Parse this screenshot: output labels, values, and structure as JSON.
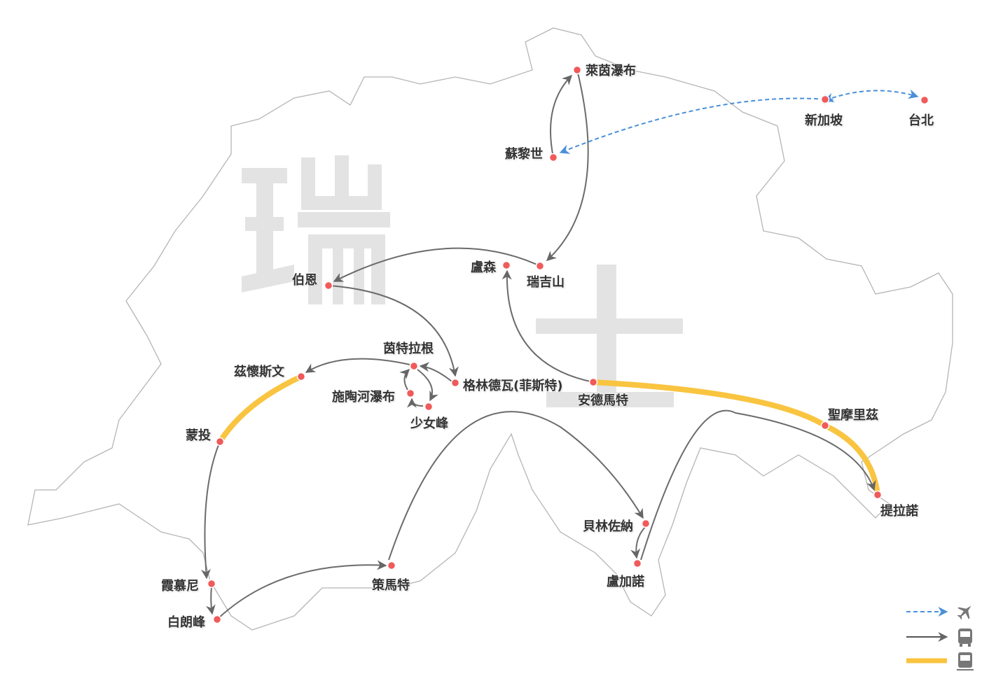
{
  "watermark": [
    "瑞",
    "士"
  ],
  "cities": {
    "rhine_falls": "萊茵瀑布",
    "singapore": "新加坡",
    "taipei": "台北",
    "zurich": "蘇黎世",
    "lucerne": "盧森",
    "rigi": "瑞吉山",
    "bern": "伯恩",
    "interlaken": "茵特拉根",
    "zweisimmen": "茲懷斯文",
    "grindelwald": "格林德瓦(菲斯特)",
    "staubbach": "施陶河瀑布",
    "jungfrau": "少女峰",
    "andermatt": "安德馬特",
    "st_moritz": "聖摩里茲",
    "montreux": "蒙投",
    "tirano": "提拉諾",
    "bellinzona": "貝林佐納",
    "lugano": "盧加諾",
    "chamonix": "霞慕尼",
    "zermatt": "策馬特",
    "mont_blanc": "白朗峰"
  },
  "legend": [
    {
      "type": "plane",
      "icon": "airplane-icon",
      "color": "#4a90d9"
    },
    {
      "type": "bus",
      "icon": "bus-icon",
      "color": "#555555"
    },
    {
      "type": "train",
      "icon": "train-icon",
      "color": "#f9c440"
    }
  ],
  "colors": {
    "city_dot": "#f05a5a",
    "plane": "#4a90d9",
    "bus": "#6b6b6b",
    "train": "#f9c440",
    "outline": "#b5b5b5"
  }
}
